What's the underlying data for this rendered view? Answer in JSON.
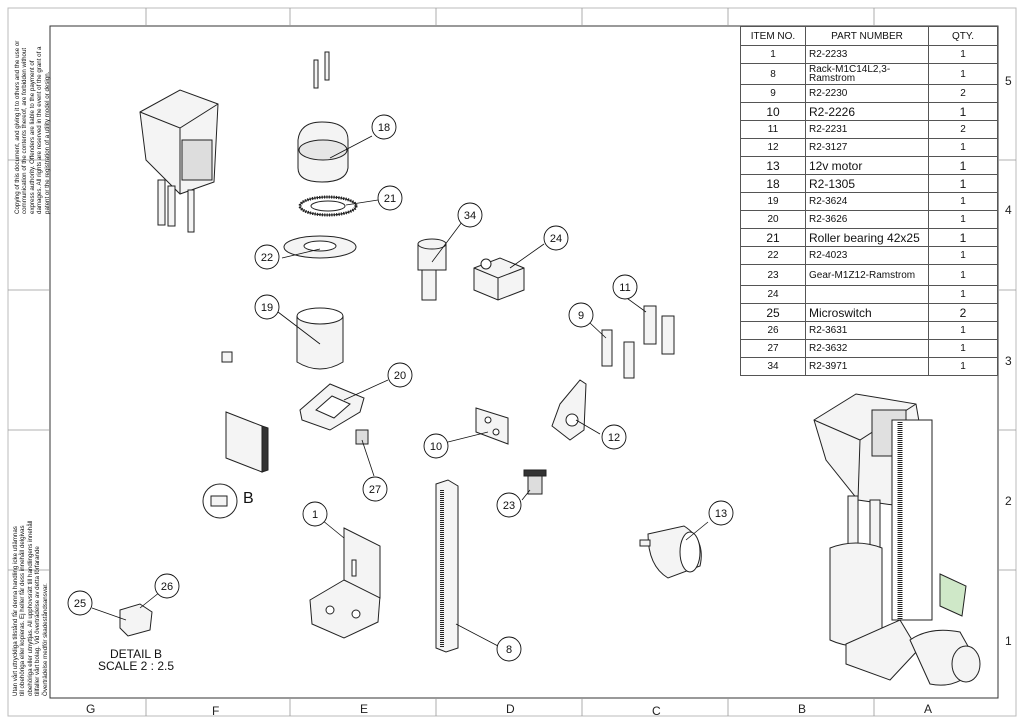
{
  "zones": {
    "bottom": [
      "G",
      "F",
      "E",
      "D",
      "C",
      "B",
      "A"
    ],
    "right": [
      "5",
      "4",
      "3",
      "2",
      "1"
    ]
  },
  "notes": {
    "copyright": [
      "Copying of this document, and giving it to others and the use or",
      "communication of the contents thereof, are forbidden without",
      "express authority. Offenders are liable to the payment of",
      "damages. All rights are reserved in the event of the grant of a",
      "patent or the registration of a utility model or design."
    ],
    "swedish": [
      "Utan vårt uttryckliga tillstånd får denna handling icke utlämnas",
      "till obehöriga eller kopieras. Ej heller får dess innehåll delgivas",
      "obehöriga eller utnyttjas. All upphovsrätt till handlingens innehåll",
      "tillfaller vårt bolag. Vid överträdelse av detta förfarande",
      "Överträdelse medför skadeståndsansvar."
    ]
  },
  "bom": {
    "headers": [
      "ITEM NO.",
      "PART NUMBER",
      "QTY."
    ],
    "rows": [
      {
        "item": "1",
        "part": "R2-2233",
        "qty": "1"
      },
      {
        "item": "8",
        "part": "Rack-M1C14L2,3-Ramstrom",
        "qty": "1"
      },
      {
        "item": "9",
        "part": "R2-2230",
        "qty": "2"
      },
      {
        "item": "10",
        "part": "R2-2226",
        "qty": "1"
      },
      {
        "item": "11",
        "part": "R2-2231",
        "qty": "2"
      },
      {
        "item": "12",
        "part": "R2-3127",
        "qty": "1"
      },
      {
        "item": "13",
        "part": "12v motor",
        "qty": "1"
      },
      {
        "item": "18",
        "part": "R2-1305",
        "qty": "1"
      },
      {
        "item": "19",
        "part": "R2-3624",
        "qty": "1"
      },
      {
        "item": "20",
        "part": "R2-3626",
        "qty": "1"
      },
      {
        "item": "21",
        "part": "Roller bearing 42x25",
        "qty": "1"
      },
      {
        "item": "22",
        "part": "R2-4023",
        "qty": "1"
      },
      {
        "item": "23",
        "part": "Gear-M1Z12-Ramstrom",
        "qty": "1"
      },
      {
        "item": "24",
        "part": "",
        "qty": "1"
      },
      {
        "item": "25",
        "part": "Microswitch",
        "qty": "2"
      },
      {
        "item": "26",
        "part": "R2-3631",
        "qty": "1"
      },
      {
        "item": "27",
        "part": "R2-3632",
        "qty": "1"
      },
      {
        "item": "34",
        "part": "R2-3971",
        "qty": "1"
      }
    ]
  },
  "balloons": [
    "18",
    "21",
    "34",
    "24",
    "22",
    "19",
    "9",
    "11",
    "20",
    "10",
    "12",
    "27",
    "23",
    "1",
    "13",
    "8",
    "25",
    "26"
  ],
  "detail": {
    "ref_letter": "B",
    "title": "DETAIL B",
    "scale": "SCALE 2 : 2.5"
  }
}
